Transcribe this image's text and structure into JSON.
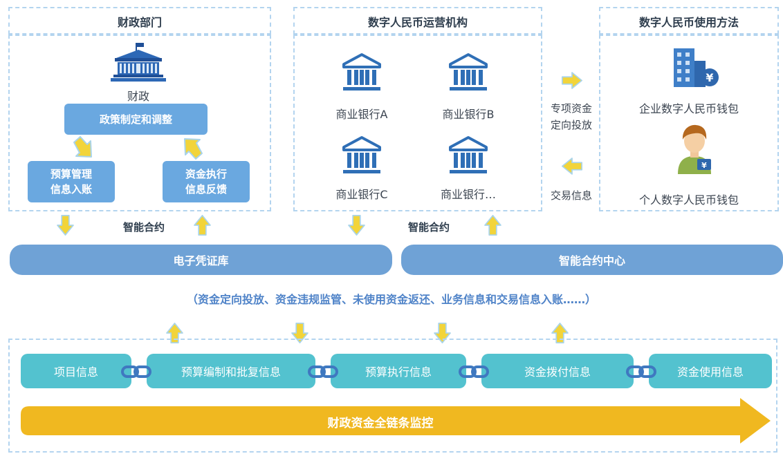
{
  "sections": {
    "finance_dept": "财政部门",
    "operators": "数字人民币运营机构",
    "usage": "数字人民币使用方法"
  },
  "finance": {
    "icon_label": "财政",
    "policy": "政策制定和调整",
    "budget": "预算管理\n信息入账",
    "feedback": "资金执行\n信息反馈"
  },
  "banks": [
    "商业银行A",
    "商业银行B",
    "商业银行C",
    "商业银行…"
  ],
  "flow": {
    "special_funds": "专项资金\n定向投放",
    "transaction_info": "交易信息"
  },
  "wallets": {
    "enterprise": "企业数字人民币钱包",
    "personal": "个人数字人民币钱包"
  },
  "smart_contract_left": "智能合约",
  "smart_contract_right": "智能合约",
  "bars": {
    "voucher": "电子凭证库",
    "contract_center": "智能合约中心"
  },
  "note": "（资金定向投放、资金违规监管、未使用资金返还、业务信息和交易信息入账……）",
  "chain_items": [
    "项目信息",
    "预算编制和批复信息",
    "预算执行信息",
    "资金拨付信息",
    "资金使用信息"
  ],
  "monitor": "财政资金全链条监控",
  "colors": {
    "arrow_yellow": "#f2d43a",
    "bar_blue": "#6fa2d6",
    "teal": "#53c2cf",
    "gold": "#f0b820"
  }
}
